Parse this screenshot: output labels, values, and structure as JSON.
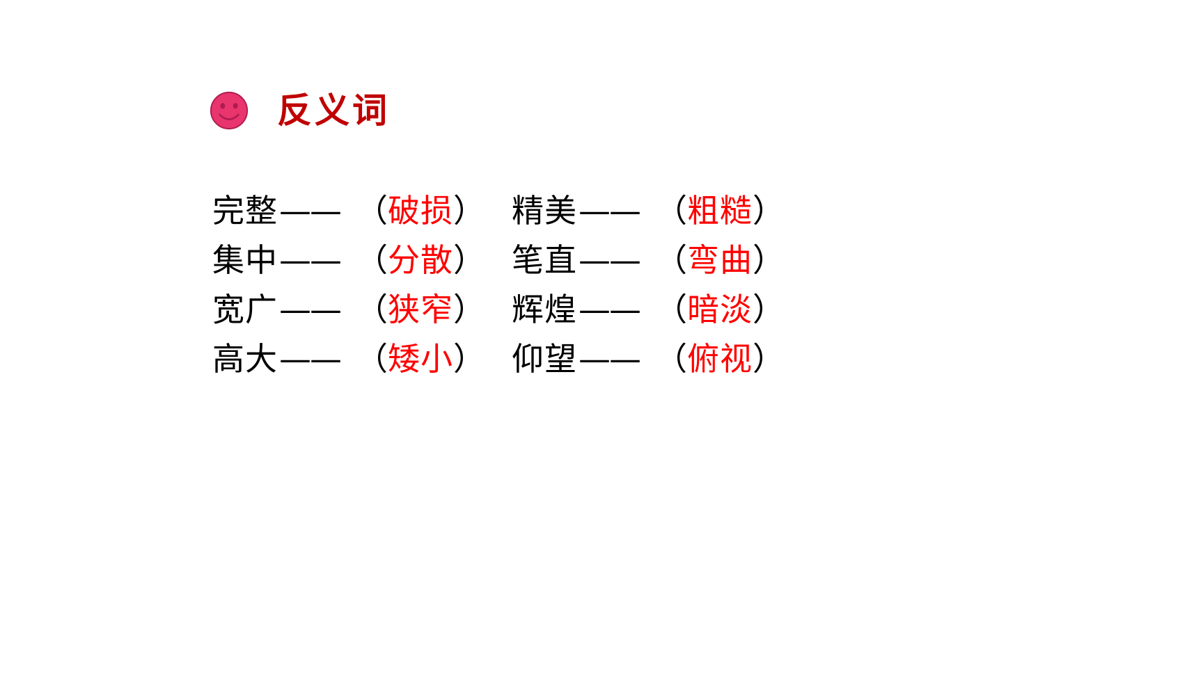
{
  "slide": {
    "background_color": "#FFFFFF",
    "title": "反义词",
    "title_color": "#C00000",
    "icon": "smiley-face-icon",
    "icon_color": "#E8356D"
  },
  "colors": {
    "term": "#000000",
    "answer": "#FF0000",
    "title": "#C00000",
    "icon_fill": "#E8356D",
    "icon_stroke": "#B01B50"
  },
  "rows": [
    {
      "left": {
        "term": "完整",
        "dash": "——",
        "open": "（",
        "answer": "破损",
        "close": "）"
      },
      "right": {
        "term": "精美",
        "dash": "——",
        "open": "（",
        "answer": "粗糙",
        "close": "）"
      }
    },
    {
      "left": {
        "term": "集中",
        "dash": "——",
        "open": "（",
        "answer": "分散",
        "close": "）"
      },
      "right": {
        "term": "笔直",
        "dash": "——",
        "open": "（",
        "answer": "弯曲",
        "close": "）"
      }
    },
    {
      "left": {
        "term": "宽广",
        "dash": "——",
        "open": "（",
        "answer": "狭窄",
        "close": "）"
      },
      "right": {
        "term": "辉煌",
        "dash": "——",
        "open": "（",
        "answer": "暗淡",
        "close": "）"
      }
    },
    {
      "left": {
        "term": "高大",
        "dash": "——",
        "open": "（",
        "answer": "矮小",
        "close": "）"
      },
      "right": {
        "term": "仰望",
        "dash": "——",
        "open": "（",
        "answer": "俯视",
        "close": "）"
      }
    }
  ]
}
